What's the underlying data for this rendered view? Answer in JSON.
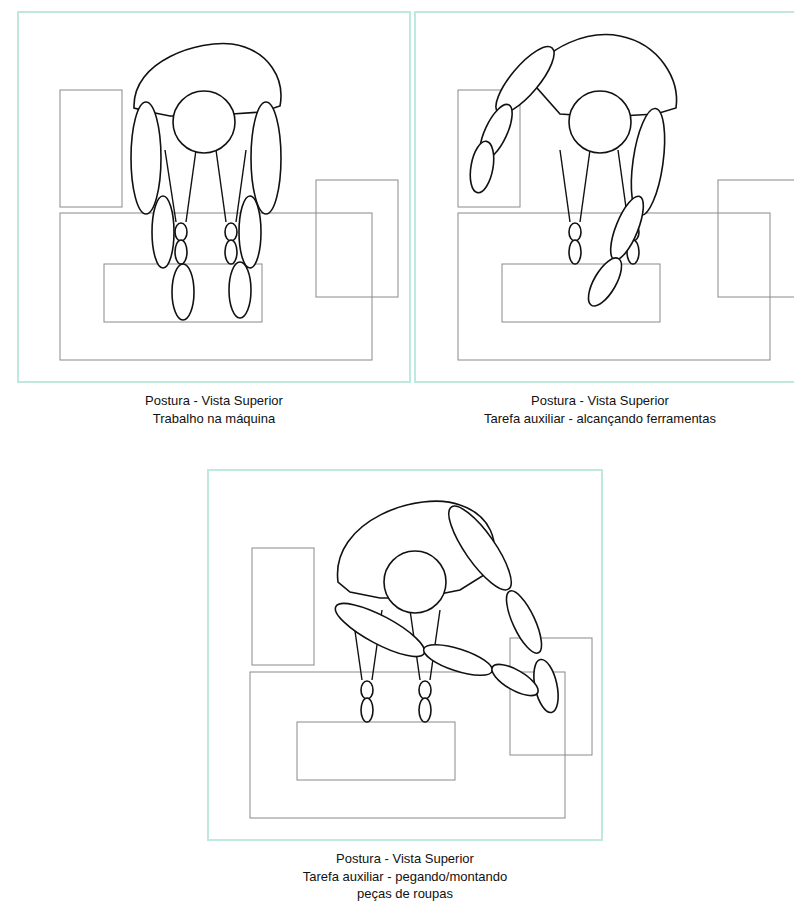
{
  "diagram": {
    "labels": [
      "Postura - Vista Superior",
      "Trabalho na máquina",
      "Postura - Vista Superior",
      "Tarefa auxiliar - alcançando ferramentas",
      "Postura - Vista Superior",
      "Tarefa auxiliar - pegando/montando peças de roupas"
    ]
  }
}
